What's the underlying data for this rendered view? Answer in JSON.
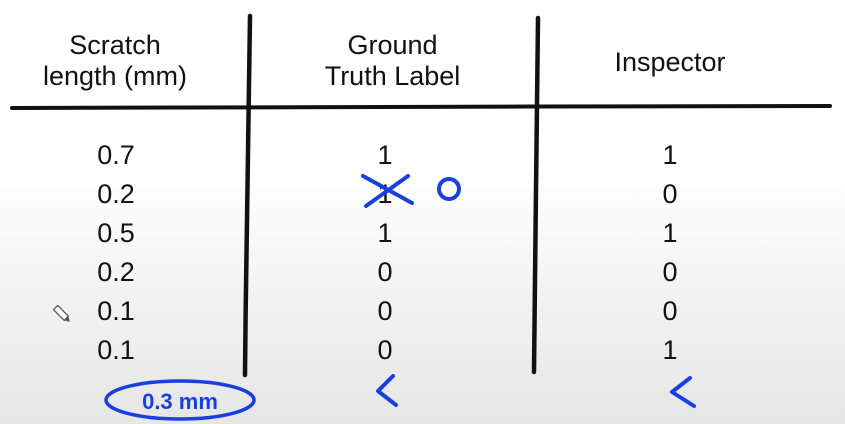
{
  "table": {
    "headers": {
      "scratch": [
        "Scratch",
        "length (mm)"
      ],
      "ground_truth": [
        "Ground",
        "Truth Label"
      ],
      "inspector": [
        "Inspector"
      ]
    },
    "rows": [
      {
        "scratch": "0.7",
        "ground_truth": "1",
        "inspector": "1"
      },
      {
        "scratch": "0.2",
        "ground_truth": "1",
        "inspector": "0"
      },
      {
        "scratch": "0.5",
        "ground_truth": "1",
        "inspector": "1"
      },
      {
        "scratch": "0.2",
        "ground_truth": "0",
        "inspector": "0"
      },
      {
        "scratch": "0.1",
        "ground_truth": "0",
        "inspector": "0"
      },
      {
        "scratch": "0.1",
        "ground_truth": "0",
        "inspector": "1"
      }
    ]
  },
  "annotations": {
    "ink_color": "#1a3fe0",
    "corrected_label": "0",
    "threshold_note": "0.3 mm",
    "icons": [
      "cross-out-mark",
      "arrow-up-icon",
      "arrow-up-icon",
      "pencil-cursor-icon"
    ]
  }
}
